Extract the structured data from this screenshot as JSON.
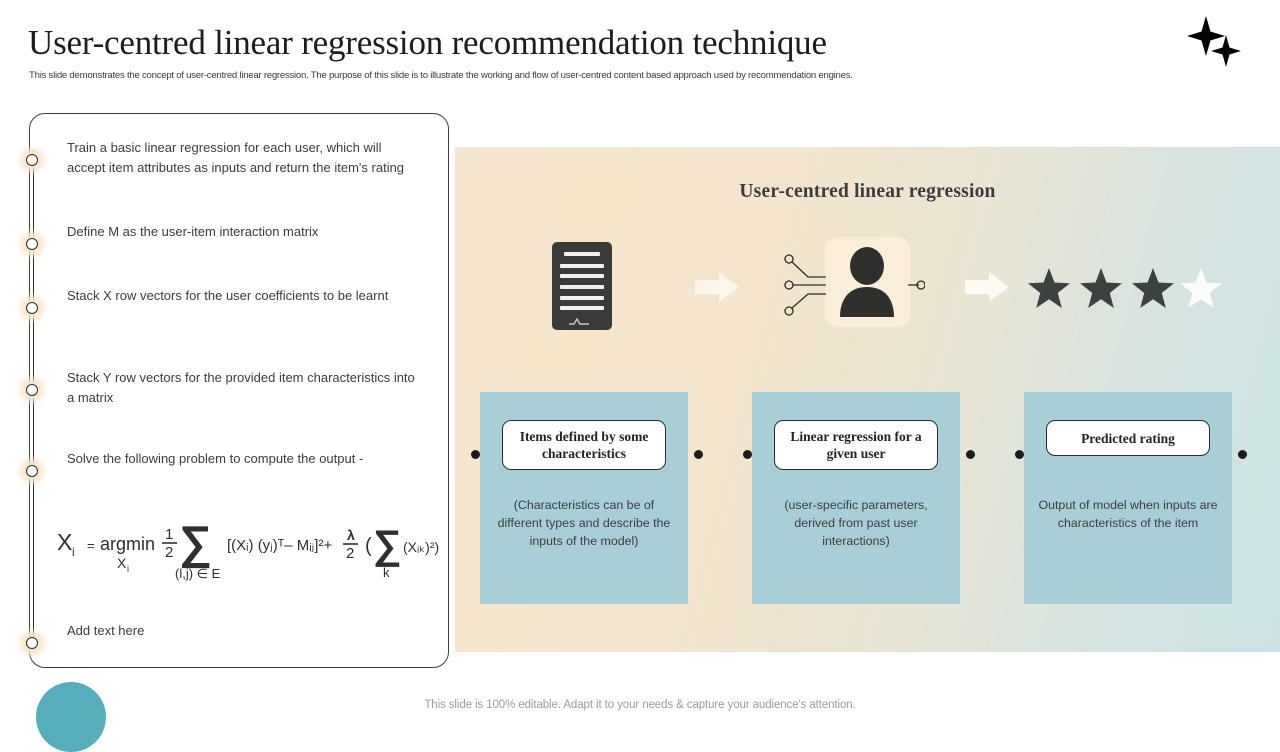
{
  "header": {
    "title": "User-centred linear regression recommendation technique",
    "subtitle": "This slide demonstrates the concept of user-centred linear regression. The purpose of this slide is to illustrate the working and flow of user-centred content based approach used by recommendation engines.",
    "logo_icon": "sparkle-stars-icon"
  },
  "left_panel": {
    "bullets": [
      {
        "id": "bullet-1",
        "text": "Train a basic linear regression for each user, which will accept item attributes as inputs and return the item's rating"
      },
      {
        "id": "bullet-2",
        "text": "Define M as the user-item interaction matrix"
      },
      {
        "id": "bullet-3",
        "text": "Stack X row vectors for the user coefficients to be learnt"
      },
      {
        "id": "bullet-4",
        "text": "Stack Y row vectors for the provided item characteristics into a matrix"
      },
      {
        "id": "bullet-5",
        "text": "Solve the following problem to compute the output -"
      },
      {
        "id": "bullet-6",
        "text": "Add text here"
      }
    ],
    "formula": {
      "lhs": "X",
      "lhs_sub": "i",
      "equals": "=",
      "argmin": "argmin",
      "argmin_sub": "X",
      "argmin_sub2": "i",
      "frac_num": "1",
      "frac_den": "2",
      "sigma": "∑",
      "sigma_sub": "(l,j) ∈ E",
      "body": "[(Xᵢ) (yⱼ)ᵀ– Mᵢⱼ]²+",
      "lambda_num": "λ",
      "lambda_den": "2",
      "open_paren": "(",
      "sigma2": "∑",
      "sigma2_sub": "k",
      "tail": "(Xᵢₖ)²)"
    }
  },
  "right_panel": {
    "title": "User-centred linear regression",
    "hero": {
      "document_icon": "document-lines-icon",
      "arrow_1_icon": "arrow-right-icon",
      "network_icon": "neural-network-nodes-icon",
      "person_icon": "user-avatar-icon",
      "arrow_2_icon": "arrow-right-icon",
      "rating_icon": "star-rating-icon",
      "stars_total": 4,
      "stars_filled": 3
    },
    "boxes": [
      {
        "id": "box-items-defined",
        "heading": "Items defined by some characteristics",
        "body": "(Characteristics can be of different types and describe the inputs of the model)"
      },
      {
        "id": "box-linear-regression",
        "heading": "Linear regression for a given user",
        "body": "(user-specific parameters, derived from past user interactions)"
      },
      {
        "id": "box-predicted-rating",
        "heading": "Predicted rating",
        "body": "Output of model when inputs are characteristics of the item"
      }
    ]
  },
  "footer": {
    "note": "This slide is 100% editable. Adapt it to your needs & capture your audience's attention.",
    "decor_icon": "half-circle-decor"
  },
  "colors": {
    "panel_left": "#f6e6cd",
    "panel_right": "#cce3e4",
    "box_blue": "#a8cfd8",
    "accent_teal": "#56aebd",
    "ink": "#2b2b2b"
  }
}
